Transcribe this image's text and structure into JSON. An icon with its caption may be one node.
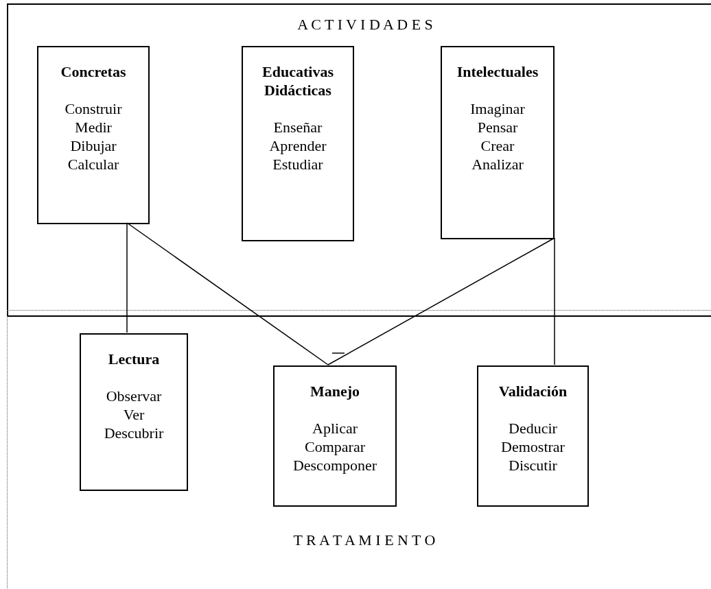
{
  "diagram": {
    "nodes": [
      {
        "text": [
          "A C T I V I D A D E S"
        ]
      },
      {
        "text": [
          "Concretas",
          "Construir Medir Dibujar Calcular"
        ],
        "in": 0
      },
      {
        "text": [
          "Educativas Didácticas",
          "Enseñar Aprender Estudiar"
        ],
        "in": 0
      },
      {
        "text": [
          "Intelectuales",
          "Imaginar Pensar Crear Analizar"
        ],
        "in": 0
      },
      {
        "text": [
          "T R A T A M I E N T O"
        ]
      },
      {
        "text": [
          "Lectura",
          "Observar Ver Descubrir"
        ],
        "in": 4
      },
      {
        "text": [
          "Manejo",
          "Aplicar Comparar Descomponer"
        ],
        "in": 4
      },
      {
        "text": [
          "Validación",
          "Deducir Demostrar Discutir"
        ],
        "in": 4
      }
    ],
    "edges": [
      {
        "from": 1,
        "to": 5,
        "arrow": "none"
      },
      {
        "from": 1,
        "to": 6,
        "arrow": "none"
      },
      {
        "from": 3,
        "to": 6,
        "arrow": "none"
      },
      {
        "from": 3,
        "to": 7,
        "arrow": "none"
      }
    ]
  }
}
